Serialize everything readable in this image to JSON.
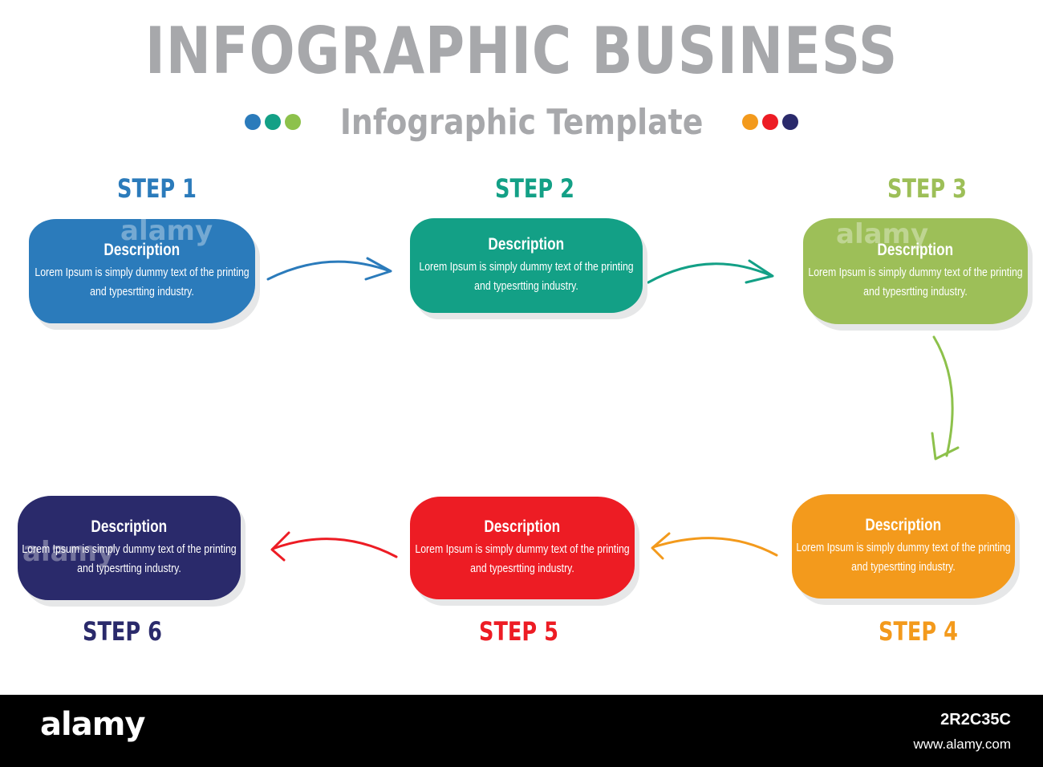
{
  "title": "INFOGRAPHIC BUSINESS",
  "subtitle": "Infographic Template",
  "dots_left": [
    "#2b7bbb",
    "#13a086",
    "#8dc14b"
  ],
  "dots_right": [
    "#f39a1c",
    "#ed1c24",
    "#2a2a6b"
  ],
  "steps": [
    {
      "label": "STEP 1",
      "title": "Description",
      "text": "Lorem Ipsum is simply dummy text of the printing and typesrtting industry.",
      "color": "#2b7bbb"
    },
    {
      "label": "STEP 2",
      "title": "Description",
      "text": "Lorem Ipsum is simply dummy text of the printing and typesrtting industry.",
      "color": "#13a086"
    },
    {
      "label": "STEP 3",
      "title": "Description",
      "text": "Lorem Ipsum is simply dummy text of the printing and typesrtting industry.",
      "color": "#9dbf58"
    },
    {
      "label": "STEP 4",
      "title": "Description",
      "text": "Lorem Ipsum is simply dummy text of the printing and typesrtting industry.",
      "color": "#f39a1c"
    },
    {
      "label": "STEP 5",
      "title": "Description",
      "text": "Lorem Ipsum is simply dummy text of the printing and typesrtting industry.",
      "color": "#ed1c24"
    },
    {
      "label": "STEP 6",
      "title": "Description",
      "text": "Lorem Ipsum is simply dummy text of the printing and typesrtting industry.",
      "color": "#2a2a6b"
    }
  ],
  "watermark": "alamy",
  "footer": {
    "logo": "alamy",
    "image_id": "2R2C35C",
    "url": "www.alamy.com"
  }
}
